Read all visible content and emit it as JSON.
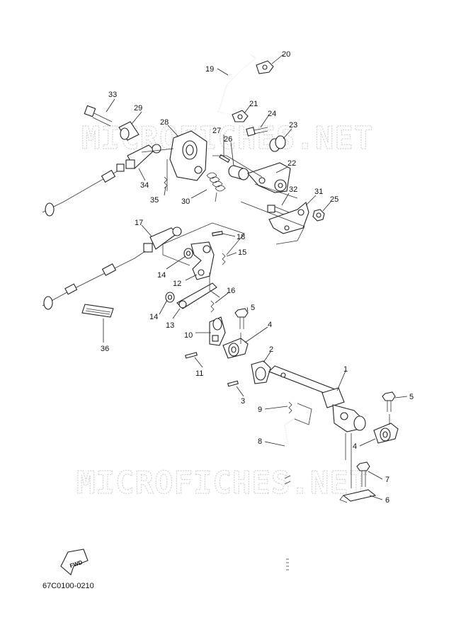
{
  "watermark_text": "MICROFICHES.NET",
  "document_code": "67C0100-0210",
  "direction_label": "FWD",
  "callouts": [
    {
      "id": "c1",
      "label": "1"
    },
    {
      "id": "c2",
      "label": "2"
    },
    {
      "id": "c3",
      "label": "3"
    },
    {
      "id": "c4a",
      "label": "4"
    },
    {
      "id": "c4b",
      "label": "4"
    },
    {
      "id": "c5a",
      "label": "5"
    },
    {
      "id": "c5b",
      "label": "5"
    },
    {
      "id": "c6",
      "label": "6"
    },
    {
      "id": "c7",
      "label": "7"
    },
    {
      "id": "c8",
      "label": "8"
    },
    {
      "id": "c9",
      "label": "9"
    },
    {
      "id": "c10",
      "label": "10"
    },
    {
      "id": "c11",
      "label": "11"
    },
    {
      "id": "c12",
      "label": "12"
    },
    {
      "id": "c13",
      "label": "13"
    },
    {
      "id": "c14a",
      "label": "14"
    },
    {
      "id": "c14b",
      "label": "14"
    },
    {
      "id": "c15",
      "label": "15"
    },
    {
      "id": "c16",
      "label": "16"
    },
    {
      "id": "c17",
      "label": "17"
    },
    {
      "id": "c18",
      "label": "18"
    },
    {
      "id": "c19",
      "label": "19"
    },
    {
      "id": "c20",
      "label": "20"
    },
    {
      "id": "c21",
      "label": "21"
    },
    {
      "id": "c22",
      "label": "22"
    },
    {
      "id": "c23",
      "label": "23"
    },
    {
      "id": "c24",
      "label": "24"
    },
    {
      "id": "c25",
      "label": "25"
    },
    {
      "id": "c26",
      "label": "26"
    },
    {
      "id": "c27",
      "label": "27"
    },
    {
      "id": "c28",
      "label": "28"
    },
    {
      "id": "c29",
      "label": "29"
    },
    {
      "id": "c30",
      "label": "30"
    },
    {
      "id": "c31",
      "label": "31"
    },
    {
      "id": "c32",
      "label": "32"
    },
    {
      "id": "c33",
      "label": "33"
    },
    {
      "id": "c34",
      "label": "34"
    },
    {
      "id": "c35",
      "label": "35"
    },
    {
      "id": "c36",
      "label": "36"
    }
  ]
}
